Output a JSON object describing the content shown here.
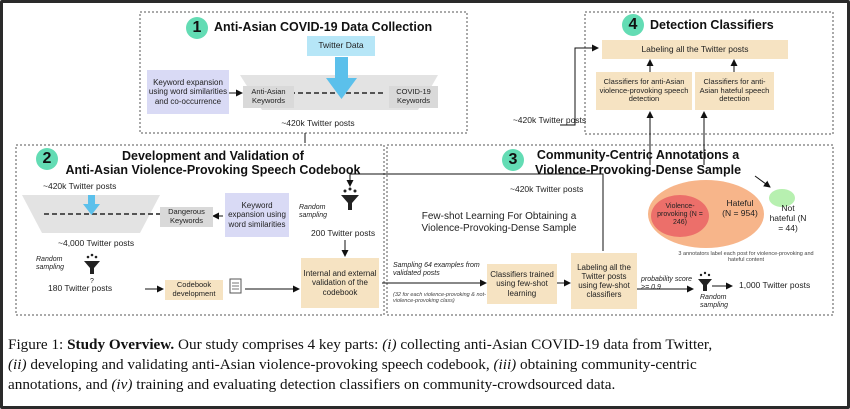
{
  "panel1": {
    "number": "1",
    "title": "Anti-Asian COVID-19 Data Collection",
    "twitter_data": "Twitter Data",
    "keyword_expansion": "Keyword expansion using word similarities and co-occurrence",
    "anti_asian_keywords": "Anti-Asian Keywords",
    "covid_keywords": "COVID-19 Keywords",
    "posts_count": "~420k Twitter posts"
  },
  "panel2": {
    "number": "2",
    "title_line1": "Development and Validation of",
    "title_line2": "Anti-Asian Violence-Provoking Speech Codebook",
    "posts_420k": "~420k Twitter posts",
    "dangerous_keywords": "Dangerous Keywords",
    "keyword_expansion": "Keyword expansion using word similarities",
    "posts_4000": "~4,000 Twitter posts",
    "random_sampling_1": "Random sampling",
    "posts_200": "200 Twitter posts",
    "random_sampling_2": "Random sampling",
    "posts_180": "180 Twitter posts",
    "codebook_development": "Codebook development",
    "validation": "Internal and external validation of the codebook",
    "question_mark": "?"
  },
  "panel3": {
    "number": "3",
    "title_line1": "Community-Centric Annotations a",
    "title_line2": "Violence-Provoking-Dense Sample",
    "posts_420k": "~420k Twitter posts",
    "few_shot_title": "Few-shot Learning For Obtaining a Violence-Provoking-Dense Sample",
    "sampling_64": "Sampling 64 examples from validated posts",
    "sampling_note": "(32 for each violence-provoking & not-violence-provoking class)",
    "classifiers_trained": "Classifiers trained using few-shot learning",
    "labeling_all": "Labeling all the Twitter posts using few-shot classifiers",
    "probability": "probability score >= 0.9",
    "random_sampling": "Random sampling",
    "posts_1000": "1,000 Twitter posts",
    "hateful": "Hateful (N = 954)",
    "violence_provoking": "Violence-provoking (N = 246)",
    "not_hateful": "Not hateful (N = 44)",
    "annotators_note": "3 annotators label each post for violence-provoking and hateful content"
  },
  "panel4": {
    "number": "4",
    "title": "Detection Classifiers",
    "labeling_all": "Labeling all the Twitter posts",
    "classifier_violence": "Classifiers for anti-Asian violence-provoking speech detection",
    "classifier_hateful": "Classifiers for anti-Asian hateful speech detection",
    "posts_420k": "~420k Twitter posts"
  },
  "caption": {
    "label": "Figure 1:",
    "bold": "Study Overview.",
    "text_a": " Our study comprises 4 key parts: ",
    "i1": "(i)",
    "text_b": " collecting anti-Asian COVID-19 data from Twitter,",
    "i2": "(ii)",
    "text_c": " developing and validating anti-Asian violence-provoking speech codebook, ",
    "i3": "(iii)",
    "text_d": " obtaining community-centric",
    "text_e": "annotations, and ",
    "i4": "(iv)",
    "text_f": " training and evaluating detection classifiers on community-crowdsourced data."
  },
  "colors": {
    "badge": "#63dcb4",
    "keyword_box": "#d9daf5",
    "process_box": "#f6e3c2",
    "twitter_data": "#b6e6f7",
    "arrow_blue": "#5bc0eb",
    "hateful_circle": "#f7b58a",
    "violence_circle": "#ec6f6a",
    "not_hateful_circle": "#b7f0b0"
  }
}
